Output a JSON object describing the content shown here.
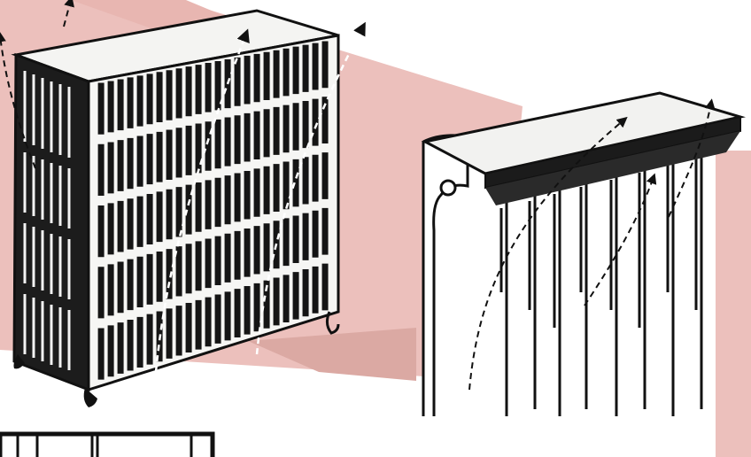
{
  "colors": {
    "paper": "#ffffff",
    "wall": "#ecc0bc",
    "wall_shadow": "#d9a29c",
    "ink": "#111111",
    "cabinet_face": "#f6f6f4"
  },
  "illustration": {
    "left_object": "radiator-enclosure-cabinet",
    "right_object": "radiator-with-shelf-cover",
    "airflow": "arrows-rising"
  }
}
